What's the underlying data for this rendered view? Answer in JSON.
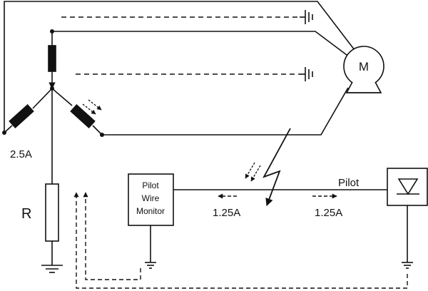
{
  "labels": {
    "source_current": "2.5A",
    "resistor": "R",
    "motor": "M",
    "monitor_line1": "Pilot",
    "monitor_line2": "Wire",
    "monitor_line3": "Monitor",
    "pilot": "Pilot",
    "current_left": "1.25A",
    "current_right": "1.25A"
  },
  "colors": {
    "line": "#111111",
    "background": "#ffffff"
  }
}
